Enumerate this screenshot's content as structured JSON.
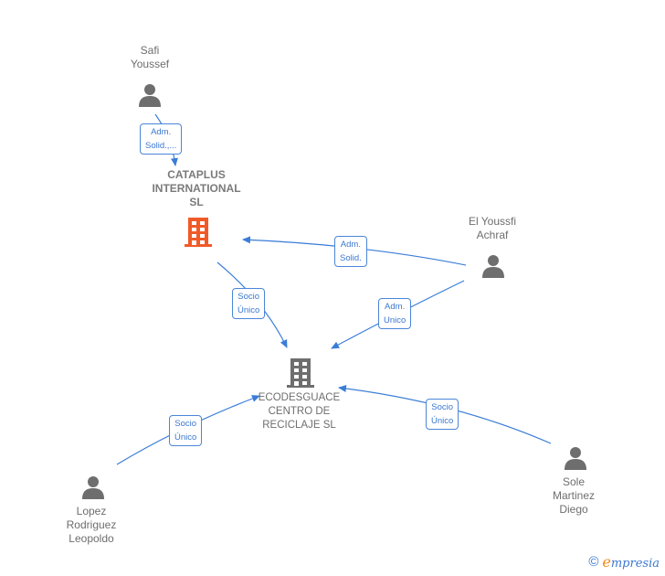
{
  "nodes": {
    "safi": {
      "label": "Safi\nYoussef",
      "type": "person"
    },
    "cataplus": {
      "label": "CATAPLUS\nINTERNATIONAL\nSL",
      "type": "company",
      "color": "#f05a28"
    },
    "elyoussfi": {
      "label": "El Youssfi\nAchraf",
      "type": "person"
    },
    "ecodesguace": {
      "label": "ECODESGUACE\nCENTRO DE\nRECICLAJE  SL",
      "type": "company",
      "color": "#6e6e6e"
    },
    "lopez": {
      "label": "Lopez\nRodriguez\nLeopoldo",
      "type": "person"
    },
    "sole": {
      "label": "Sole\nMartinez\nDiego",
      "type": "person"
    }
  },
  "edges": [
    {
      "from": "safi",
      "to": "cataplus",
      "label": "Adm.\nSolid.,..."
    },
    {
      "from": "elyoussfi",
      "to": "cataplus",
      "label": "Adm.\nSolid."
    },
    {
      "from": "cataplus",
      "to": "ecodesguace",
      "label": "Socio\nÚnico"
    },
    {
      "from": "elyoussfi",
      "to": "ecodesguace",
      "label": "Adm.\nUnico"
    },
    {
      "from": "lopez",
      "to": "ecodesguace",
      "label": "Socio\nÚnico"
    },
    {
      "from": "sole",
      "to": "ecodesguace",
      "label": "Socio\nÚnico"
    }
  ],
  "colors": {
    "edge": "#3b7dd8",
    "person_icon": "#6e6e6e"
  },
  "footer": {
    "copyright": "©",
    "brand_e": "e",
    "brand_rest": "mpresia"
  }
}
